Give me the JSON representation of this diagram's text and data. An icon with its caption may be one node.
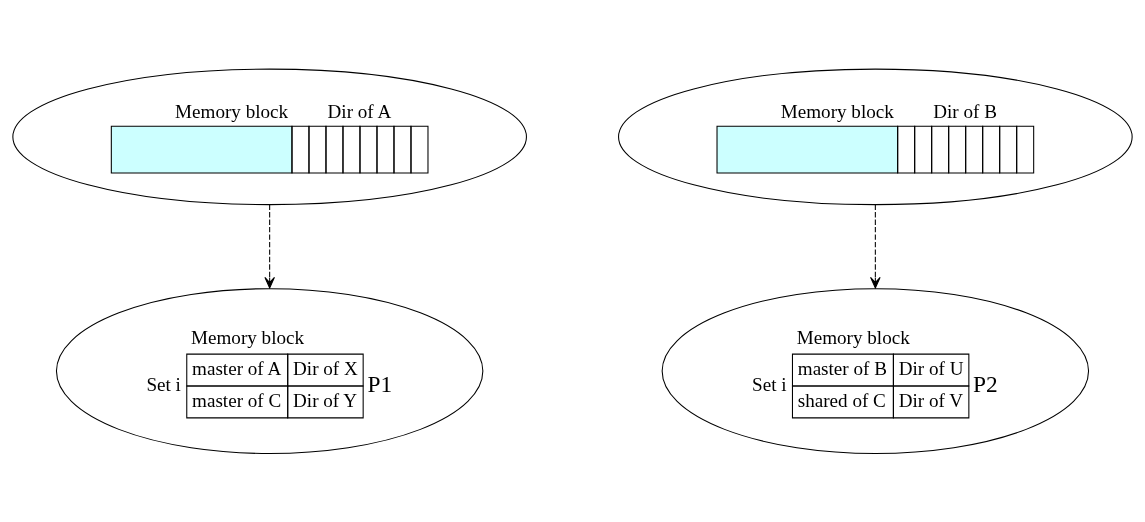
{
  "diagram": {
    "nodes": [
      {
        "text": [
          "Memory block",
          "Dir of A"
        ]
      },
      {
        "text": [
          "Memory block",
          "Dir of B"
        ]
      },
      {
        "text": [
          "Memory block",
          "Set i",
          "master of A",
          "Dir of X",
          "P1",
          "master of C",
          "Dir of Y"
        ]
      },
      {
        "text": [
          "Memory block",
          "Set i",
          "master of B",
          "Dir of U",
          "P2",
          "shared of C",
          "Dir of V"
        ]
      }
    ],
    "edges": [
      {
        "from": 0,
        "to": 2,
        "arrow": "to",
        "style": "dashed"
      },
      {
        "from": 1,
        "to": 3,
        "arrow": "to",
        "style": "dashed"
      }
    ]
  }
}
